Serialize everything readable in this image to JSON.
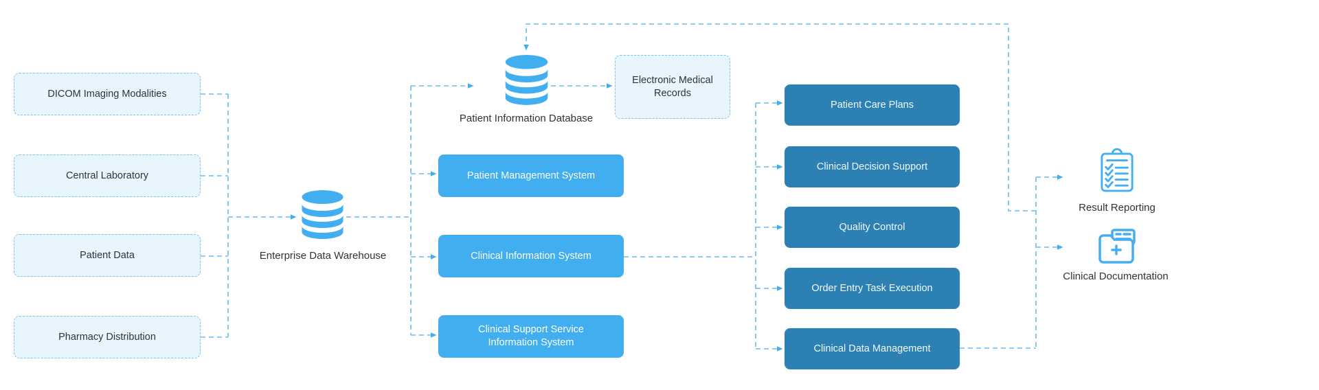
{
  "diagram_title": "",
  "colors": {
    "accent_blue": "#41aef0",
    "dark_blue": "#2c80b4",
    "light_fill": "#e9f5fd",
    "dashed_border": "#7ac2f2",
    "connector": "#66bbf2",
    "text_dark": "#2e3338",
    "text_light": "#ffffff"
  },
  "sources": {
    "items": [
      "DICOM Imaging Modalities",
      "Central Laboratory",
      "Patient Data",
      "Pharmacy Distribution"
    ]
  },
  "warehouse": {
    "label": "Enterprise Data Warehouse",
    "icon": "database-icon"
  },
  "patient_db": {
    "label": "Patient Information Database",
    "icon": "database-icon"
  },
  "emr": {
    "label": "Electronic Medical Records"
  },
  "systems": {
    "items": [
      "Patient Management System",
      "Clinical Information System",
      "Clinical Support Service Information System"
    ]
  },
  "functions": {
    "items": [
      "Patient Care Plans",
      "Clinical Decision Support",
      "Quality Control",
      "Order Entry Task Execution",
      "Clinical Data Management"
    ]
  },
  "outputs": {
    "items": [
      {
        "label": "Result Reporting",
        "icon": "clipboard-checklist-icon"
      },
      {
        "label": "Clinical Documentation",
        "icon": "folder-add-icon"
      }
    ]
  }
}
